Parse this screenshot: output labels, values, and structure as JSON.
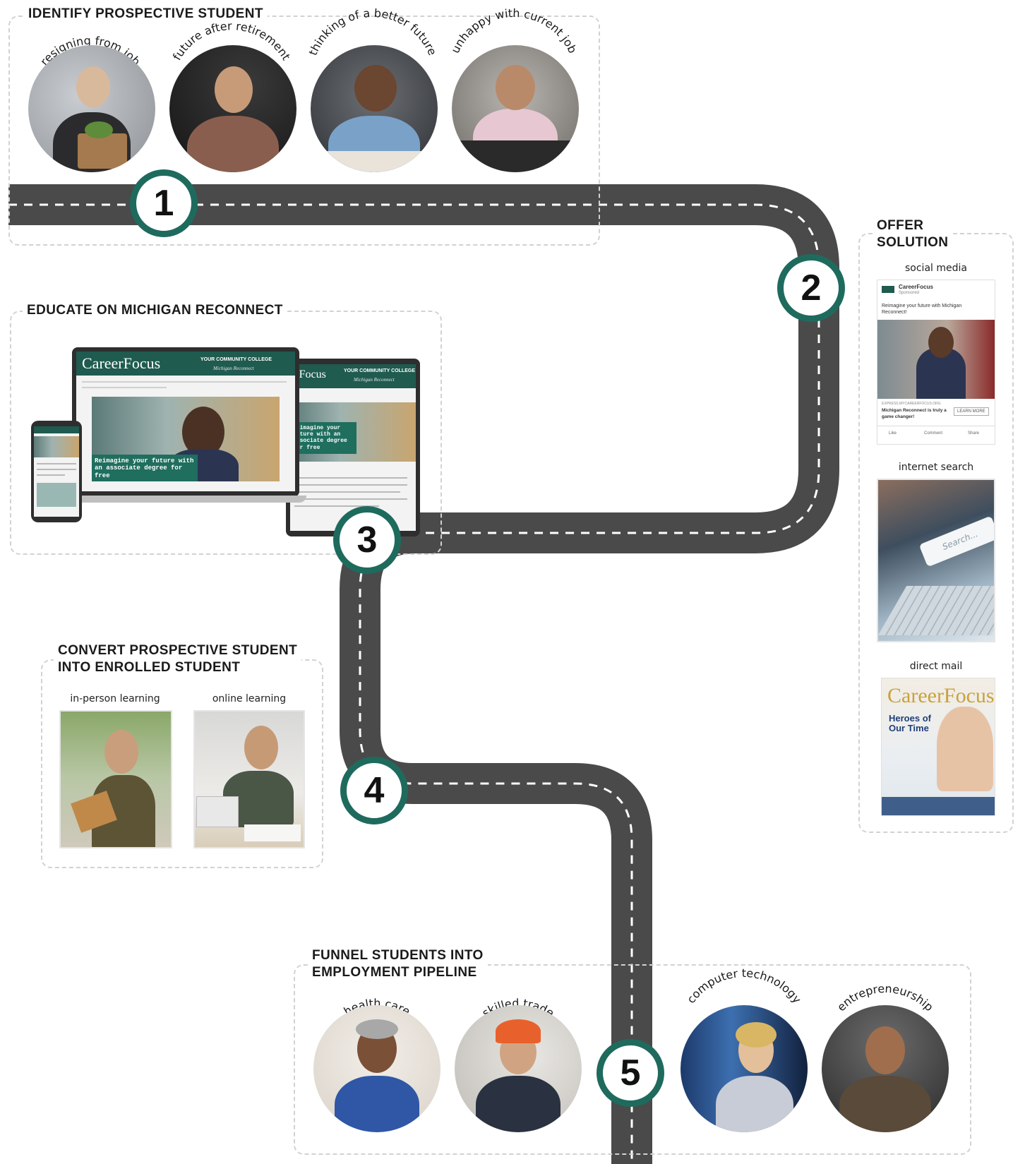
{
  "colors": {
    "road": "#4a4a4a",
    "road_dash": "#ffffff",
    "marker_ring": "#1e6b5e",
    "panel_border": "#d2d2d2",
    "brand_green": "#1f5b4f"
  },
  "steps": [
    {
      "number": "1",
      "title": "IDENTIFY PROSPECTIVE STUDENT"
    },
    {
      "number": "2",
      "title": "OFFER\nSOLUTION"
    },
    {
      "number": "3",
      "title": "EDUCATE ON MICHIGAN RECONNECT"
    },
    {
      "number": "4",
      "title": "CONVERT PROSPECTIVE STUDENT\nINTO ENROLLED STUDENT"
    },
    {
      "number": "5",
      "title": "FUNNEL STUDENTS INTO\nEMPLOYMENT PIPELINE"
    }
  ],
  "identify": {
    "personas": [
      {
        "label": "resigning from job",
        "icon": "man-in-suit-with-mask-photo"
      },
      {
        "label": "future after retirement",
        "icon": "older-man-photo"
      },
      {
        "label": "thinking of a better future",
        "icon": "woman-thinking-photo"
      },
      {
        "label": "unhappy with current job",
        "icon": "bored-woman-photo"
      }
    ]
  },
  "offer": {
    "channels": [
      {
        "label": "social media"
      },
      {
        "label": "internet search"
      },
      {
        "label": "direct mail"
      }
    ],
    "social_ad": {
      "brand": "CareerFocus",
      "sponsored": "Sponsored",
      "text": "Reimagine your future with Michigan Reconnect!",
      "url": "EXPRESS.MYCAREERFOCUS.ORG",
      "headline": "Michigan Reconnect is truly a game changer!",
      "cta": "LEARN MORE",
      "actions": [
        "Like",
        "Comment",
        "Share"
      ]
    },
    "search_text": "Search...",
    "mailer": {
      "logo": "CareerFocus",
      "headline": "Heroes of Our Time"
    }
  },
  "educate": {
    "site_logo": "CareerFocus",
    "college": "YOUR COMMUNITY COLLEGE",
    "program": "Michigan Reconnect",
    "laptop_banner": "Reimagine your future with an associate degree for free",
    "tablet_banner": "Reimagine your future with an associate degree for free"
  },
  "convert": {
    "options": [
      {
        "label": "in-person learning",
        "icon": "student-with-books-photo"
      },
      {
        "label": "online learning",
        "icon": "student-on-laptop-photo"
      }
    ]
  },
  "funnel": {
    "careers": [
      {
        "label": "health care",
        "icon": "nurse-photo"
      },
      {
        "label": "skilled trade",
        "icon": "tradesman-photo"
      },
      {
        "label": "computer technology",
        "icon": "it-technician-photo"
      },
      {
        "label": "entrepreneurship",
        "icon": "business-owner-photo"
      }
    ]
  }
}
